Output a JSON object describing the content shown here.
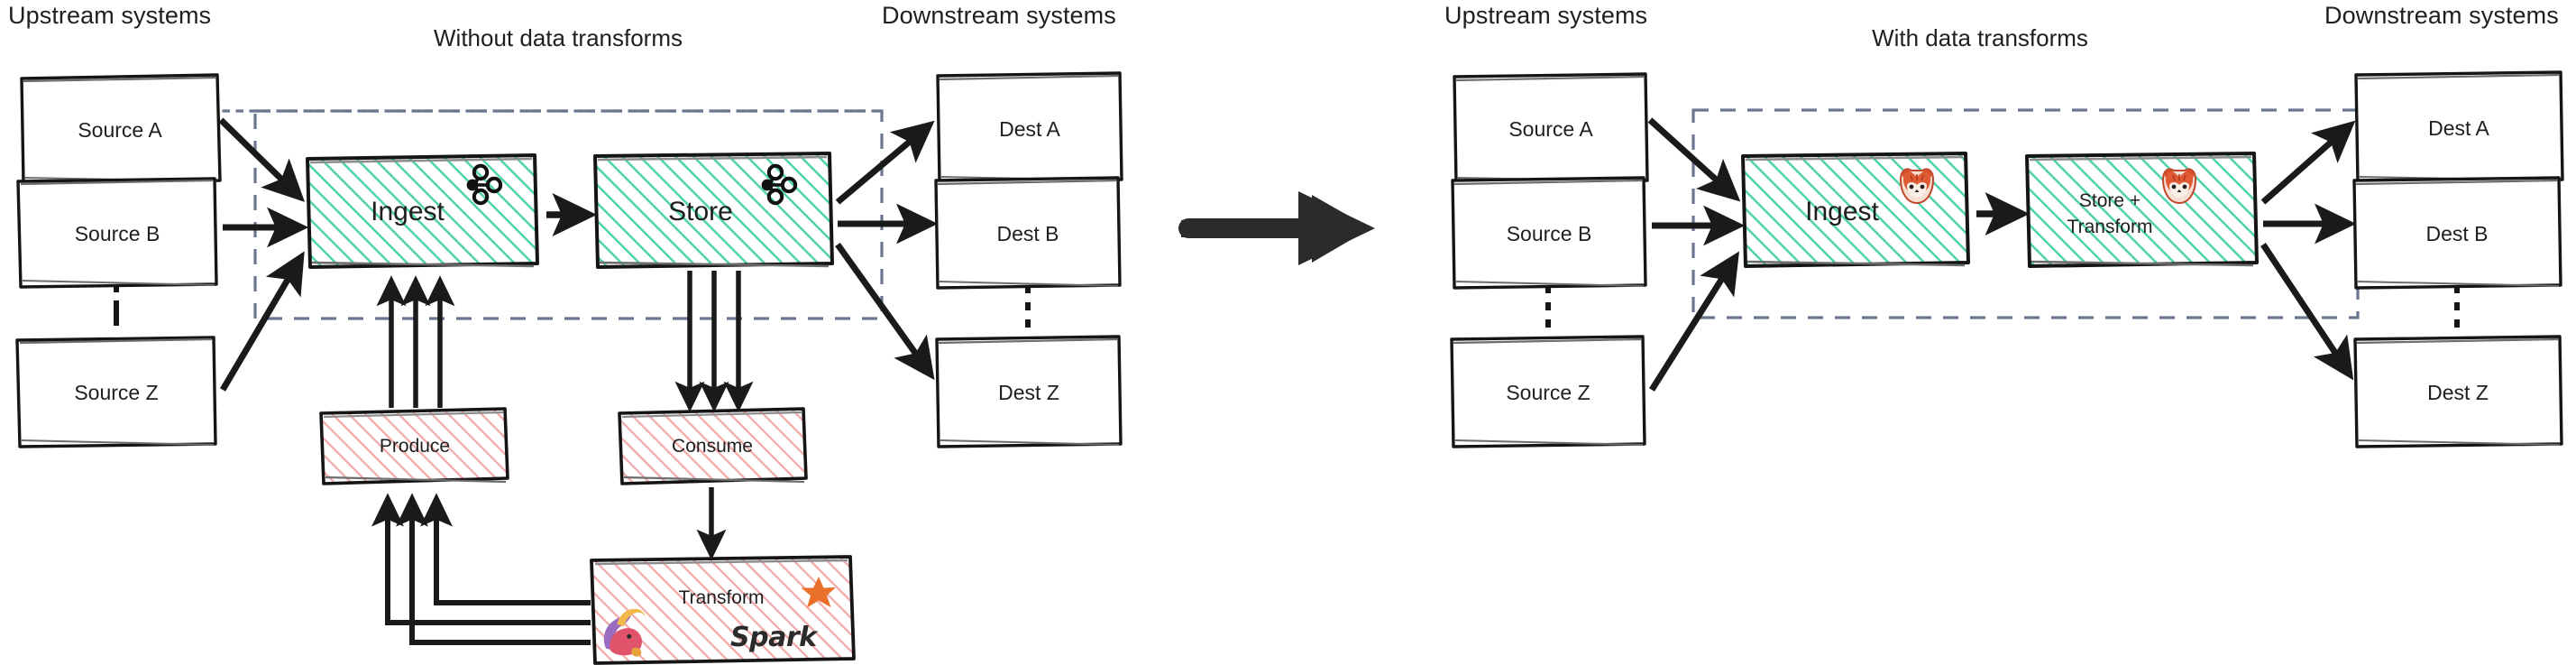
{
  "diagram": {
    "title_left": "Without data transforms",
    "title_right": "With data transforms",
    "panels": [
      {
        "id": "left",
        "headers": {
          "upstream": "Upstream systems",
          "downstream": "Downstream systems"
        },
        "sources": [
          "Source A",
          "Source B",
          "Source Z"
        ],
        "destinations": [
          "Dest A",
          "Dest B",
          "Dest Z"
        ],
        "pipeline": [
          {
            "label": "Ingest",
            "icon": "kafka-icon",
            "fill": "#d9f7ea"
          },
          {
            "label": "Store",
            "icon": "kafka-icon",
            "fill": "#d9f7ea"
          }
        ],
        "external": [
          {
            "label": "Produce",
            "icon": "none",
            "fill": "#fdeaea"
          },
          {
            "label": "Consume",
            "icon": "none",
            "fill": "#fdeaea"
          },
          {
            "label": "Transform",
            "icon": "flink-icon,spark-icon",
            "fill": "#fdeaea"
          }
        ]
      },
      {
        "id": "right",
        "headers": {
          "upstream": "Upstream systems",
          "downstream": "Downstream systems"
        },
        "sources": [
          "Source A",
          "Source B",
          "Source Z"
        ],
        "destinations": [
          "Dest A",
          "Dest B",
          "Dest Z"
        ],
        "pipeline": [
          {
            "label": "Ingest",
            "icon": "redpanda-icon",
            "fill": "#d9f7ea"
          },
          {
            "label": "Store +\nTransform",
            "icon": "redpanda-icon",
            "fill": "#d9f7ea"
          }
        ],
        "external": []
      }
    ],
    "transition_arrow": "big-right-arrow",
    "colors": {
      "teal_hatch": "#4dd4ac",
      "teal_fill": "#dff7ef",
      "pink_hatch": "#f0a3a3",
      "pink_fill": "#fdeeee",
      "dashed_border": "#6b7690",
      "stroke": "#1a1a1a",
      "text": "#1f1f1f",
      "spark_orange": "#e8702a"
    },
    "spark_wordmark": "Spark",
    "store_transform_line1": "Store +",
    "store_transform_line2": "Transform"
  }
}
